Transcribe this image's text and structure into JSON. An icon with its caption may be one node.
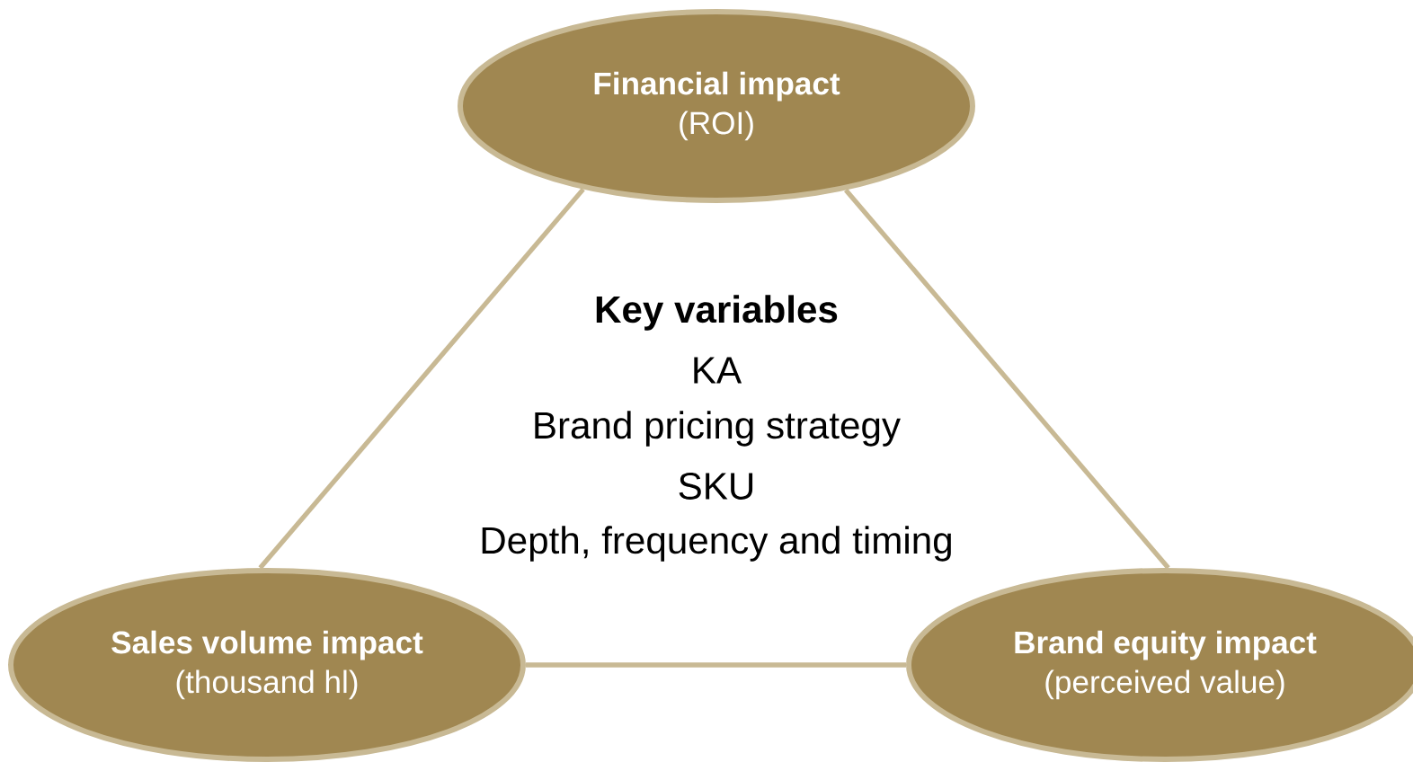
{
  "diagram": {
    "nodes": [
      {
        "text": [
          "Financial impact",
          "(ROI)"
        ]
      },
      {
        "text": [
          "Sales volume impact",
          "(thousand hl)"
        ]
      },
      {
        "text": [
          "Brand equity impact",
          "(perceived value)"
        ]
      }
    ],
    "edges": [
      {
        "from": 0,
        "to": 1,
        "arrow": "none"
      },
      {
        "from": 0,
        "to": 2,
        "arrow": "none"
      },
      {
        "from": 1,
        "to": 2,
        "arrow": "none"
      }
    ],
    "labels": [
      "Key variables",
      "KA",
      "Brand pricing strategy",
      "SKU",
      "Depth, frequency and timing"
    ]
  }
}
